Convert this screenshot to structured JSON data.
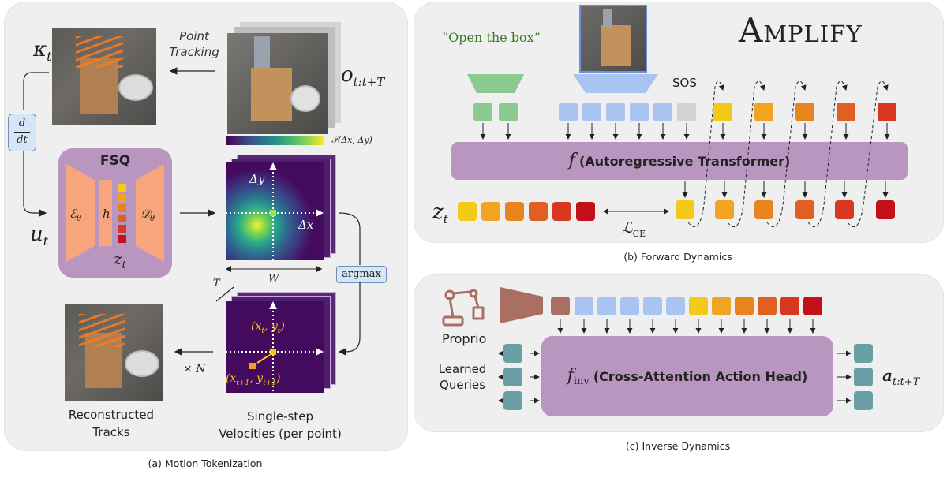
{
  "panel_a": {
    "kappa": "κ",
    "kappa_sub": "t",
    "point_tracking_line1": "Point",
    "point_tracking_line2": "Tracking",
    "o_label": "o",
    "o_sub": "t:t+T",
    "derivative": "d/dt",
    "fsq_title": "FSQ",
    "encoder": "ℰ",
    "encoder_sub": "θ",
    "h_label": "h",
    "decoder": "𝒟",
    "decoder_sub": "θ",
    "z_label": "z",
    "z_sub": "t",
    "u_label": "u",
    "u_sub": "t",
    "prob_label": "𝒫(Δx, Δy)",
    "dy_label": "Δy",
    "dx_label": "Δx",
    "w_label": "W",
    "t_label": "T",
    "argmax": "argmax",
    "xy_t": "(x",
    "xy_t_full": "(xt, yt)",
    "xy_t1_full": "(xt+1, yt+1)",
    "times_n": "× N",
    "recon_line1": "Reconstructed",
    "recon_line2": "Tracks",
    "vel_line1": "Single-step",
    "vel_line2": "Velocities (per point)",
    "caption": "(a) Motion Tokenization"
  },
  "panel_b": {
    "title": "Amplify",
    "instruction": "“Open the box”",
    "sos": "SOS",
    "f_symbol": "f",
    "f_desc": "(Autoregressive Transformer)",
    "z_label": "z",
    "z_sub": "t",
    "loss": "ℒ",
    "loss_sub": "CE",
    "caption": "(b) Forward Dynamics"
  },
  "panel_c": {
    "proprio": "Proprio",
    "queries_line1": "Learned",
    "queries_line2": "Queries",
    "f_symbol": "f",
    "f_sub": "inv",
    "f_desc": "(Cross-Attention Action Head)",
    "a_label": "a",
    "a_sub": "t:t+T",
    "caption": "(c) Inverse Dynamics"
  },
  "colors": {
    "panel_bg": "#efefef",
    "purple": "#b996c0",
    "orange": "#f7a57d",
    "green": "#8cc98f",
    "blue": "#a9c4f1",
    "teal": "#6b9fa6",
    "brown": "#a86f62",
    "gray_token": "#d3d3d3",
    "heat_dark": "#440a5e",
    "token_ramp": [
      "#f3ca17",
      "#f1a321",
      "#e8841e",
      "#e25f23",
      "#d7381f",
      "#c3111a"
    ]
  }
}
